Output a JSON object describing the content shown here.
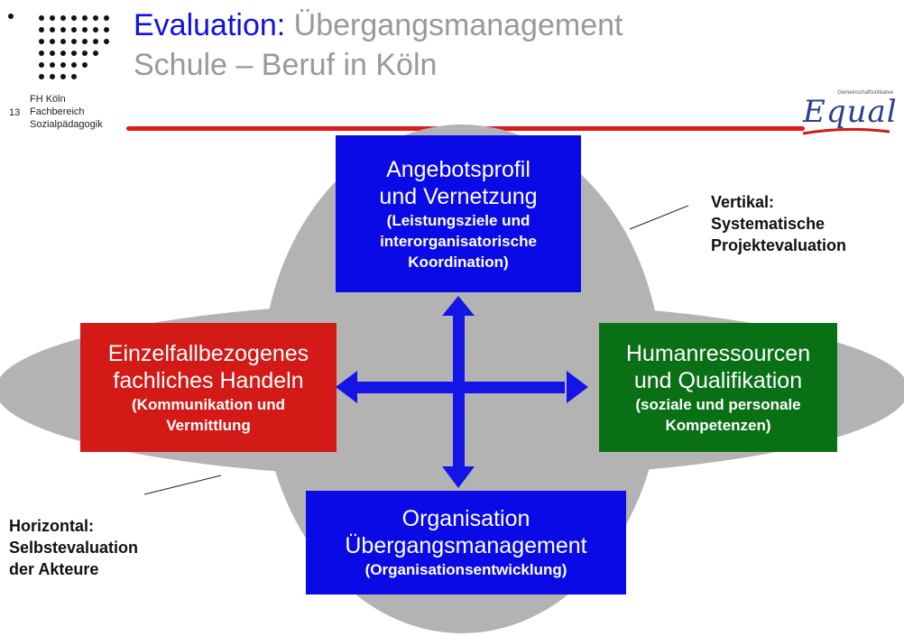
{
  "header": {
    "title_highlight": "Evaluation:",
    "title_rest": " Übergangsmanagement",
    "title_line2": "Schule – Beruf in Köln",
    "page_number": "13",
    "institution": [
      "FH Köln",
      "Fachbereich",
      "Sozialpädagogik"
    ],
    "logo": {
      "small_text": "Gemeinschaftsinitiative",
      "word": "Equal"
    }
  },
  "colors": {
    "blue": "#0a0ae6",
    "red": "#d31a16",
    "green": "#097015",
    "title_gray": "#999999",
    "title_blue": "#1010e8",
    "accent_bar": "#e0191b",
    "ellipse_gray": "#b3b3b3"
  },
  "diagram": {
    "top": {
      "heading": [
        "Angebotsprofil",
        "und Vernetzung"
      ],
      "sub": [
        "(Leistungsziele und",
        "interorganisatorische",
        "Koordination)"
      ]
    },
    "left": {
      "heading": [
        "Einzelfallbezogenes",
        "fachliches Handeln"
      ],
      "sub": [
        "(Kommunikation und",
        "Vermittlung"
      ]
    },
    "right": {
      "heading": [
        "Humanressourcen",
        "und Qualifikation"
      ],
      "sub": [
        "(soziale und personale",
        "Kompetenzen)"
      ]
    },
    "bottom": {
      "heading": [
        "Organisation",
        "Übergangsmanagement"
      ],
      "sub": [
        "(Organisationsentwicklung)"
      ]
    }
  },
  "notes": {
    "vertical": [
      "Vertikal:",
      "Systematische",
      "Projektevaluation"
    ],
    "horizontal": [
      "Horizontal:",
      "Selbstevaluation",
      "der Akteure"
    ]
  }
}
